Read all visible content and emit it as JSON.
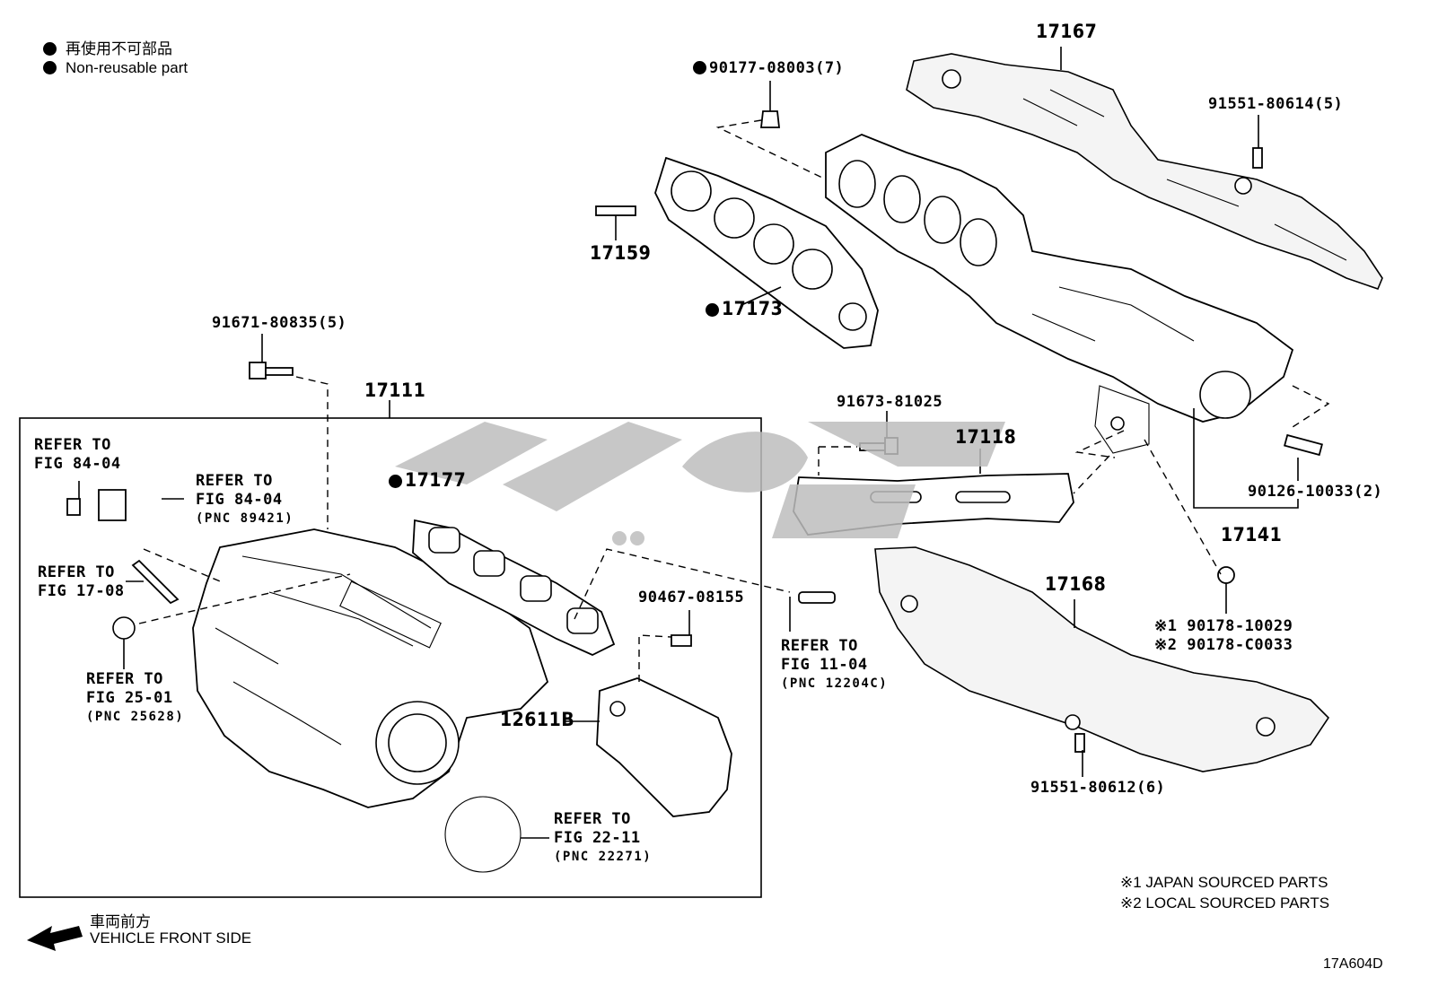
{
  "colors": {
    "ink": "#000000",
    "watermark": "#bdbdbd",
    "background": "#ffffff"
  },
  "legend": {
    "symbol": "filled-circle",
    "jp": "再使用不可部品",
    "en": "Non-reusable part"
  },
  "parts": {
    "p17167": "17167",
    "p90177": "90177-08003(7)",
    "p91551_80614": "91551-80614(5)",
    "p17159": "17159",
    "p17173": "17173",
    "p91671": "91671-80835(5)",
    "p17111": "17111",
    "p17177": "17177",
    "p91673": "91673-81025",
    "p17118": "17118",
    "p90126": "90126-10033(2)",
    "p17141": "17141",
    "p17168": "17168",
    "p90178_a": "※1 90178-10029",
    "p90178_b": "※2 90178-C0033",
    "p90467": "90467-08155",
    "p12611B": "12611B",
    "p91551_80612": "91551-80612(6)"
  },
  "refs": {
    "r1": {
      "line1": "REFER TO",
      "line2": "FIG 84-04",
      "pnc": ""
    },
    "r2": {
      "line1": "REFER TO",
      "line2": "FIG 84-04",
      "pnc": "(PNC 89421)"
    },
    "r3": {
      "line1": "REFER TO",
      "line2": "FIG 17-08",
      "pnc": ""
    },
    "r4": {
      "line1": "REFER TO",
      "line2": "FIG 25-01",
      "pnc": "(PNC 25628)"
    },
    "r5": {
      "line1": "REFER TO",
      "line2": "FIG 11-04",
      "pnc": "(PNC 12204C)"
    },
    "r6": {
      "line1": "REFER TO",
      "line2": "FIG 22-11",
      "pnc": "(PNC 22271)"
    }
  },
  "notes": {
    "n1": "※1 JAPAN SOURCED PARTS",
    "n2": "※2 LOCAL SOURCED PARTS"
  },
  "direction": {
    "jp": "車両前方",
    "en": "VEHICLE FRONT SIDE",
    "arrow_icon": "left-arrow-icon"
  },
  "figure_code": "17A604D"
}
